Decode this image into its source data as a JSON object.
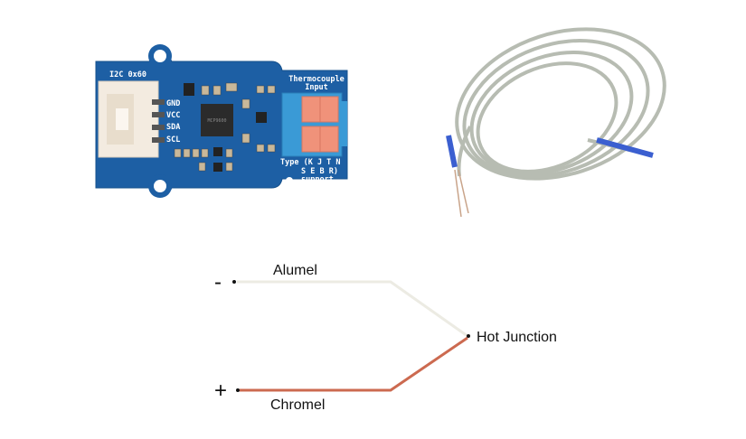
{
  "board": {
    "i2c_label": "I2C 0x60",
    "pins": [
      "GND",
      "VCC",
      "SDA",
      "SCL"
    ],
    "input_label_1": "Thermocouple",
    "input_label_2": "Input",
    "type_line_1": "Type (K J T N",
    "type_line_2": "S E B R)",
    "type_line_3": "support",
    "chip_text": "MCP9600"
  },
  "diagram": {
    "negative_sign": "-",
    "positive_sign": "+",
    "top_wire_label": "Alumel",
    "bottom_wire_label": "Chromel",
    "junction_label": "Hot Junction",
    "colors": {
      "alumel": "#ecebe3",
      "chromel": "#cc6a50",
      "board": "#1d5fa4",
      "terminal": "#3a9ad6",
      "lever": "#f0927a"
    }
  }
}
